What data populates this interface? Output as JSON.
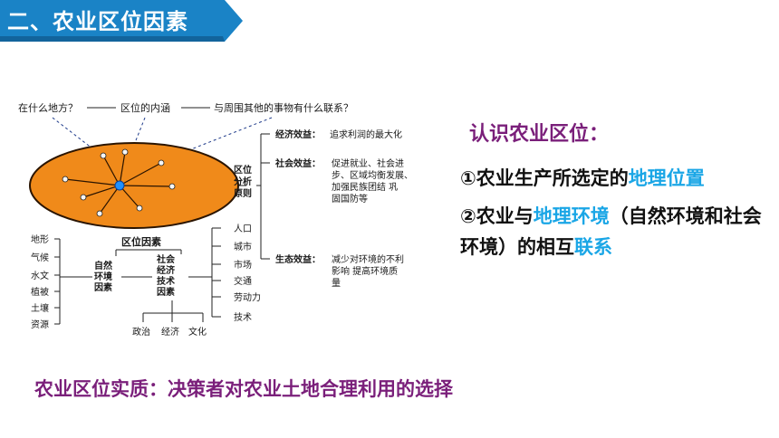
{
  "header": {
    "title": "二、农业区位因素",
    "banner_color": "#1a83c6"
  },
  "diagram": {
    "top_labels": [
      "在什么地方？",
      "区位的内涵",
      "与周围其他的事物有什么联系？"
    ],
    "location_analysis_principle": [
      "区位",
      "分析",
      "原则"
    ],
    "benefits": {
      "economic": {
        "label": "经济效益：",
        "text": "追求利润的最大化"
      },
      "social": {
        "label": "社会效益：",
        "lines": [
          "促进就业、社会进",
          "步、区域均衡发展、",
          "加强民族团结  巩",
          "固国防等"
        ]
      },
      "ecological": {
        "label": "生态效益：",
        "lines": [
          "减少对环境的不利",
          "影响  提高环境质",
          "量"
        ]
      }
    },
    "location_factors_label": "区位因素",
    "natural_factors": [
      "自然",
      "环境",
      "因素"
    ],
    "natural_items": [
      "地形",
      "气候",
      "水文",
      "植被",
      "土壤",
      "资源"
    ],
    "social_factors": [
      "社会",
      "经济",
      "技术",
      "因素"
    ],
    "social_items": [
      "人口",
      "城市",
      "市场",
      "交通",
      "劳动力",
      "技术"
    ],
    "bottom_items": [
      "政治",
      "经济",
      "文化"
    ],
    "ellipse_color": "#f08a1a"
  },
  "right_panel": {
    "heading": "认识农业区位：",
    "point1_prefix": "①农业生产所选定的",
    "point1_highlight": "地理位置",
    "point2_prefix": "②农业与",
    "point2_highlight": "地理环境",
    "point2_mid": "（自然环境和社会环境）的相互",
    "point2_highlight2": "联系",
    "highlight_color": "#1aa6e6",
    "heading_color": "#7a1f7a"
  },
  "footer": {
    "text": "农业区位实质：决策者对农业土地合理利用的选择"
  }
}
